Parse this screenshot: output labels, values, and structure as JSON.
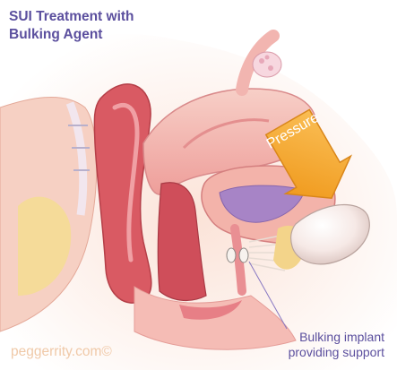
{
  "title": {
    "line1": "SUI Treatment with",
    "line2": "Bulking Agent"
  },
  "arrow_label": "Pressure",
  "callout": {
    "line1": "Bulking implant",
    "line2": "providing support"
  },
  "credit": "peggerrity.com©",
  "colors": {
    "title_text": "#5b4f9e",
    "arrow_fill": "#f6a623",
    "arrow_stroke": "#d98a14",
    "tissue_pink": "#f4b9b2",
    "muscle_red": "#d9545d",
    "bladder_purple": "#a07fc4",
    "fat_yellow": "#f3d98e",
    "credit_text": "#f0c9a8"
  }
}
